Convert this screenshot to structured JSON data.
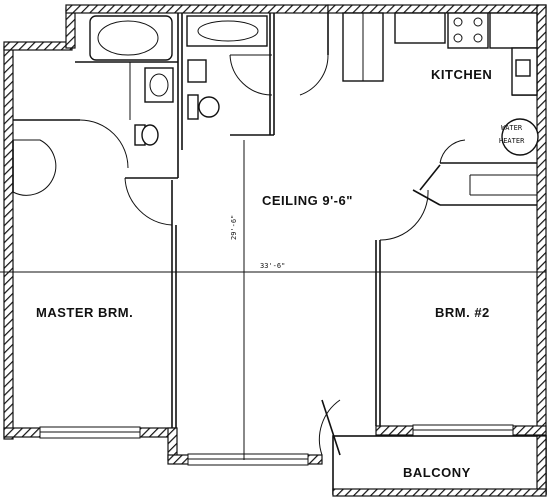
{
  "rooms": {
    "kitchen": "KITCHEN",
    "ceiling": "CEILING 9'-6\"",
    "master": "MASTER BRM.",
    "bedroom2": "BRM. #2",
    "balcony": "BALCONY",
    "water_heater_1": "WATER",
    "water_heater_2": "HEATER"
  },
  "dimensions": {
    "width": "33'-6\"",
    "depth": "29'-6\""
  }
}
